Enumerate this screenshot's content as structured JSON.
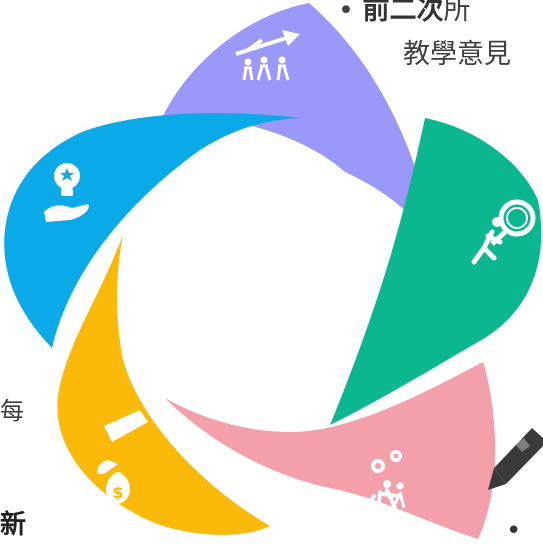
{
  "text": {
    "bullet_top_bold": "前二次",
    "bullet_top_rest": "所",
    "bullet_top_line2": "教學意見",
    "left_fragment_1": "每",
    "left_fragment_2": "新",
    "bullet_symbol": "•"
  },
  "petals": [
    {
      "name": "growth",
      "color": "#9a98f9",
      "icon": "team-growth-arrow-icon"
    },
    {
      "name": "research",
      "color": "#0bb78f",
      "icon": "magnifier-person-icon"
    },
    {
      "name": "collaboration",
      "color": "#f4a0ab",
      "icon": "gears-team-icon"
    },
    {
      "name": "funding",
      "color": "#fbb90a",
      "icon": "money-bag-icon"
    },
    {
      "name": "idea",
      "color": "#0aa9e8",
      "icon": "lightbulb-hand-icon"
    }
  ],
  "pen": {
    "icon": "pen-icon",
    "color": "#3a3a3a"
  }
}
